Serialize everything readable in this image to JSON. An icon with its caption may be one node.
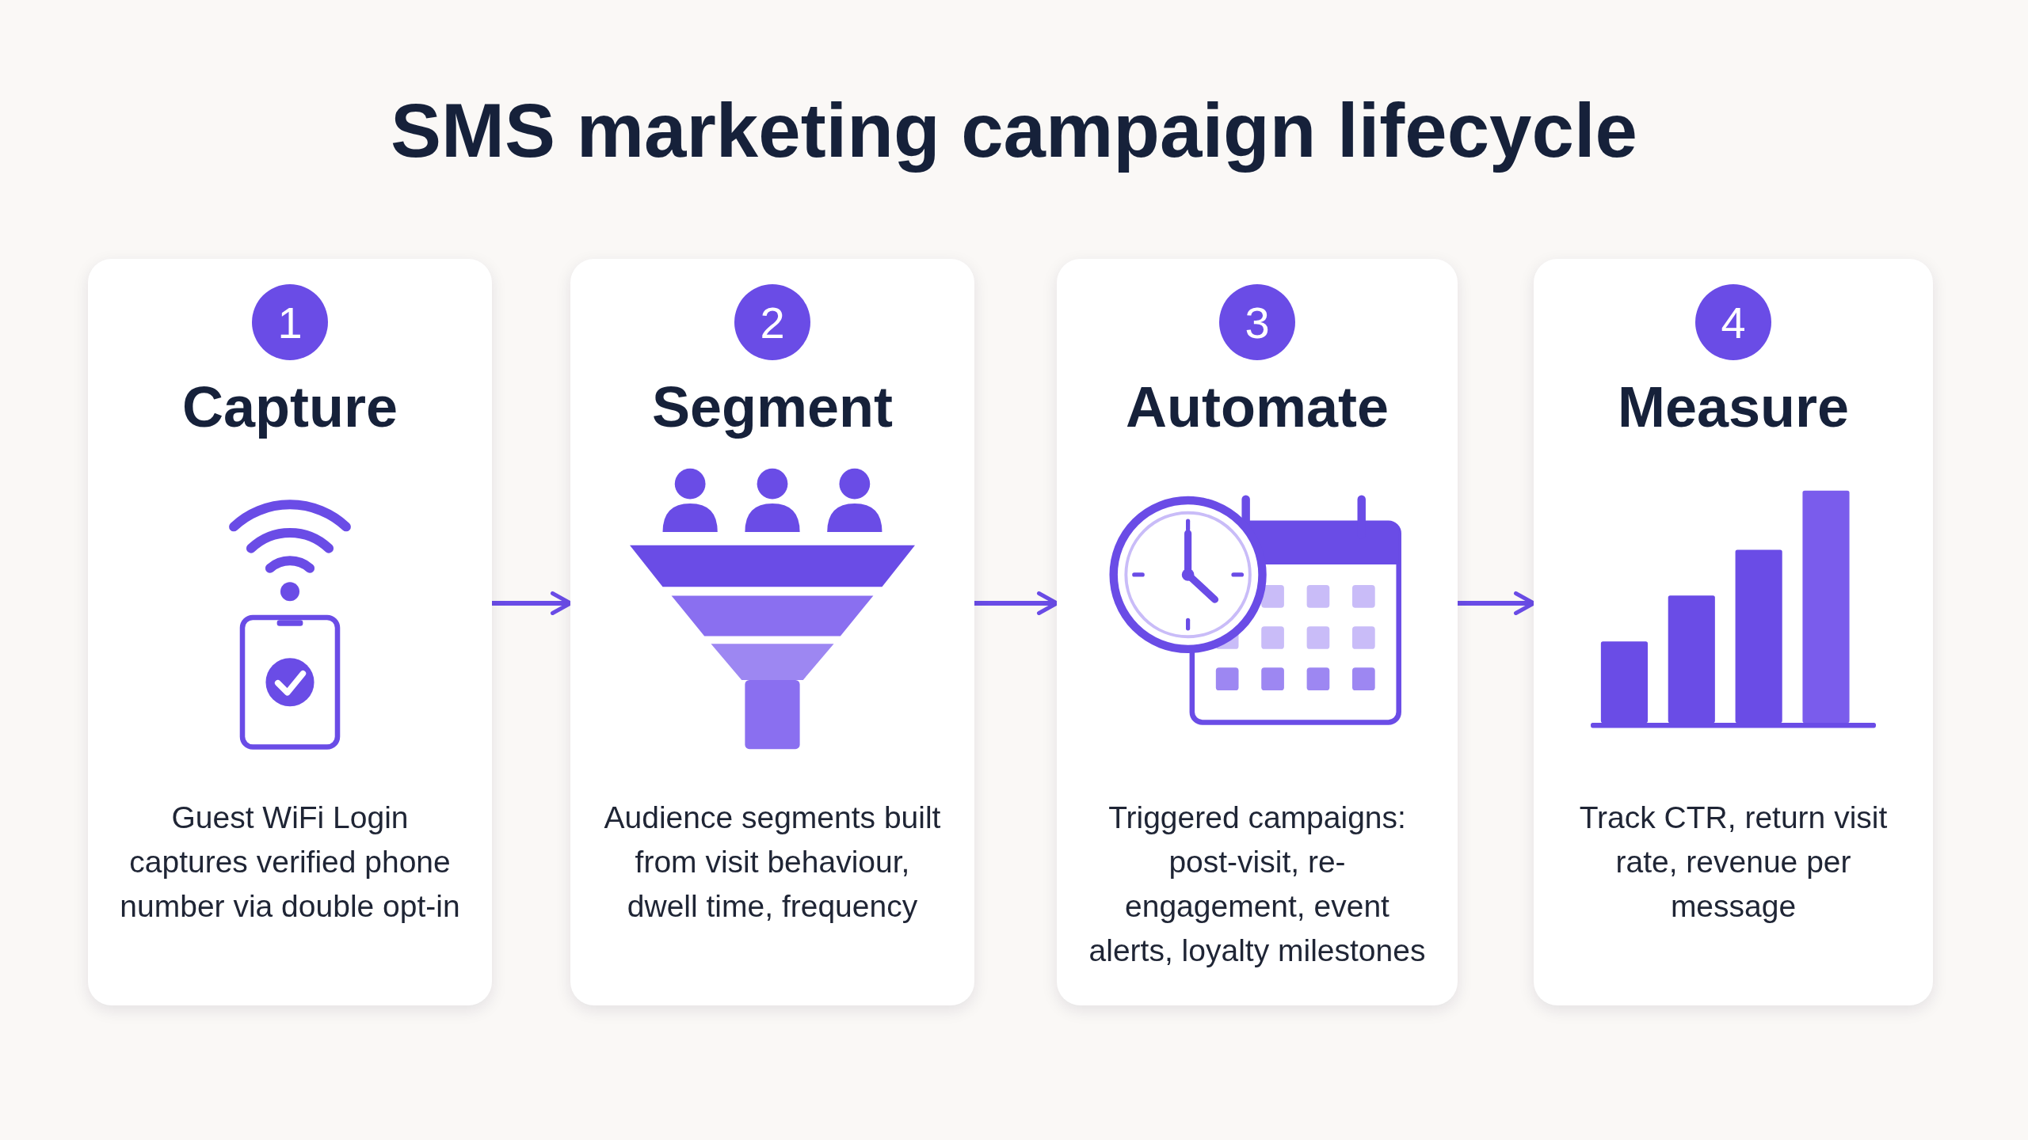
{
  "diagram": {
    "title": "SMS marketing campaign lifecycle",
    "nodes": [
      {
        "text": [
          "1",
          "Capture",
          "Guest WiFi Login captures verified phone number via double opt-in"
        ]
      },
      {
        "text": [
          "2",
          "Segment",
          "Audience segments built from visit behaviour, dwell time, frequency"
        ]
      },
      {
        "text": [
          "3",
          "Automate",
          "Triggered campaigns: post-visit, re-engagement, event alerts, loyalty milestones"
        ]
      },
      {
        "text": [
          "4",
          "Measure",
          "Track CTR, return visit rate, revenue per message"
        ]
      }
    ],
    "edges": [
      {
        "from": 0,
        "to": 1,
        "arrow": "to"
      },
      {
        "from": 1,
        "to": 2,
        "arrow": "to"
      },
      {
        "from": 2,
        "to": 3,
        "arrow": "to"
      }
    ]
  }
}
